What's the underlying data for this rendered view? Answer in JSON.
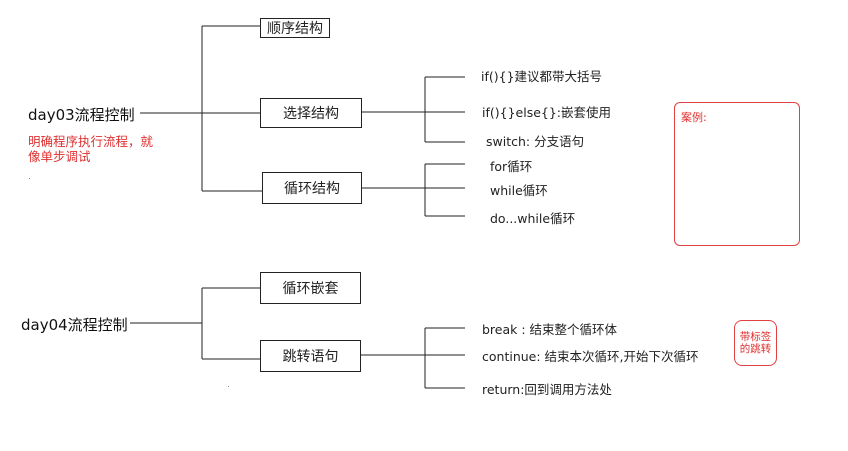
{
  "day03": {
    "title": "day03流程控制",
    "note_line1": "明确程序执行流程，就",
    "note_line2": "像单步调试",
    "branches": {
      "sequence": "顺序结构",
      "selection": "选择结构",
      "loop": "循环结构"
    },
    "selection_items": [
      "if(){}建议都带大括号",
      "if(){}else{}:嵌套使用",
      "switch: 分支语句"
    ],
    "loop_items": [
      "for循环",
      "while循环",
      "do...while循环"
    ],
    "example_label": "案例:"
  },
  "day04": {
    "title": "day04流程控制",
    "branches": {
      "nested_loop": "循环嵌套",
      "jump": "跳转语句"
    },
    "jump_items": [
      "break : 结束整个循环体",
      "continue: 结束本次循环,开始下次循环",
      "return:回到调用方法处"
    ],
    "stamp_line1": "带标签",
    "stamp_line2": "的跳转"
  },
  "colors": {
    "line": "#222222",
    "red": "#e03030"
  }
}
